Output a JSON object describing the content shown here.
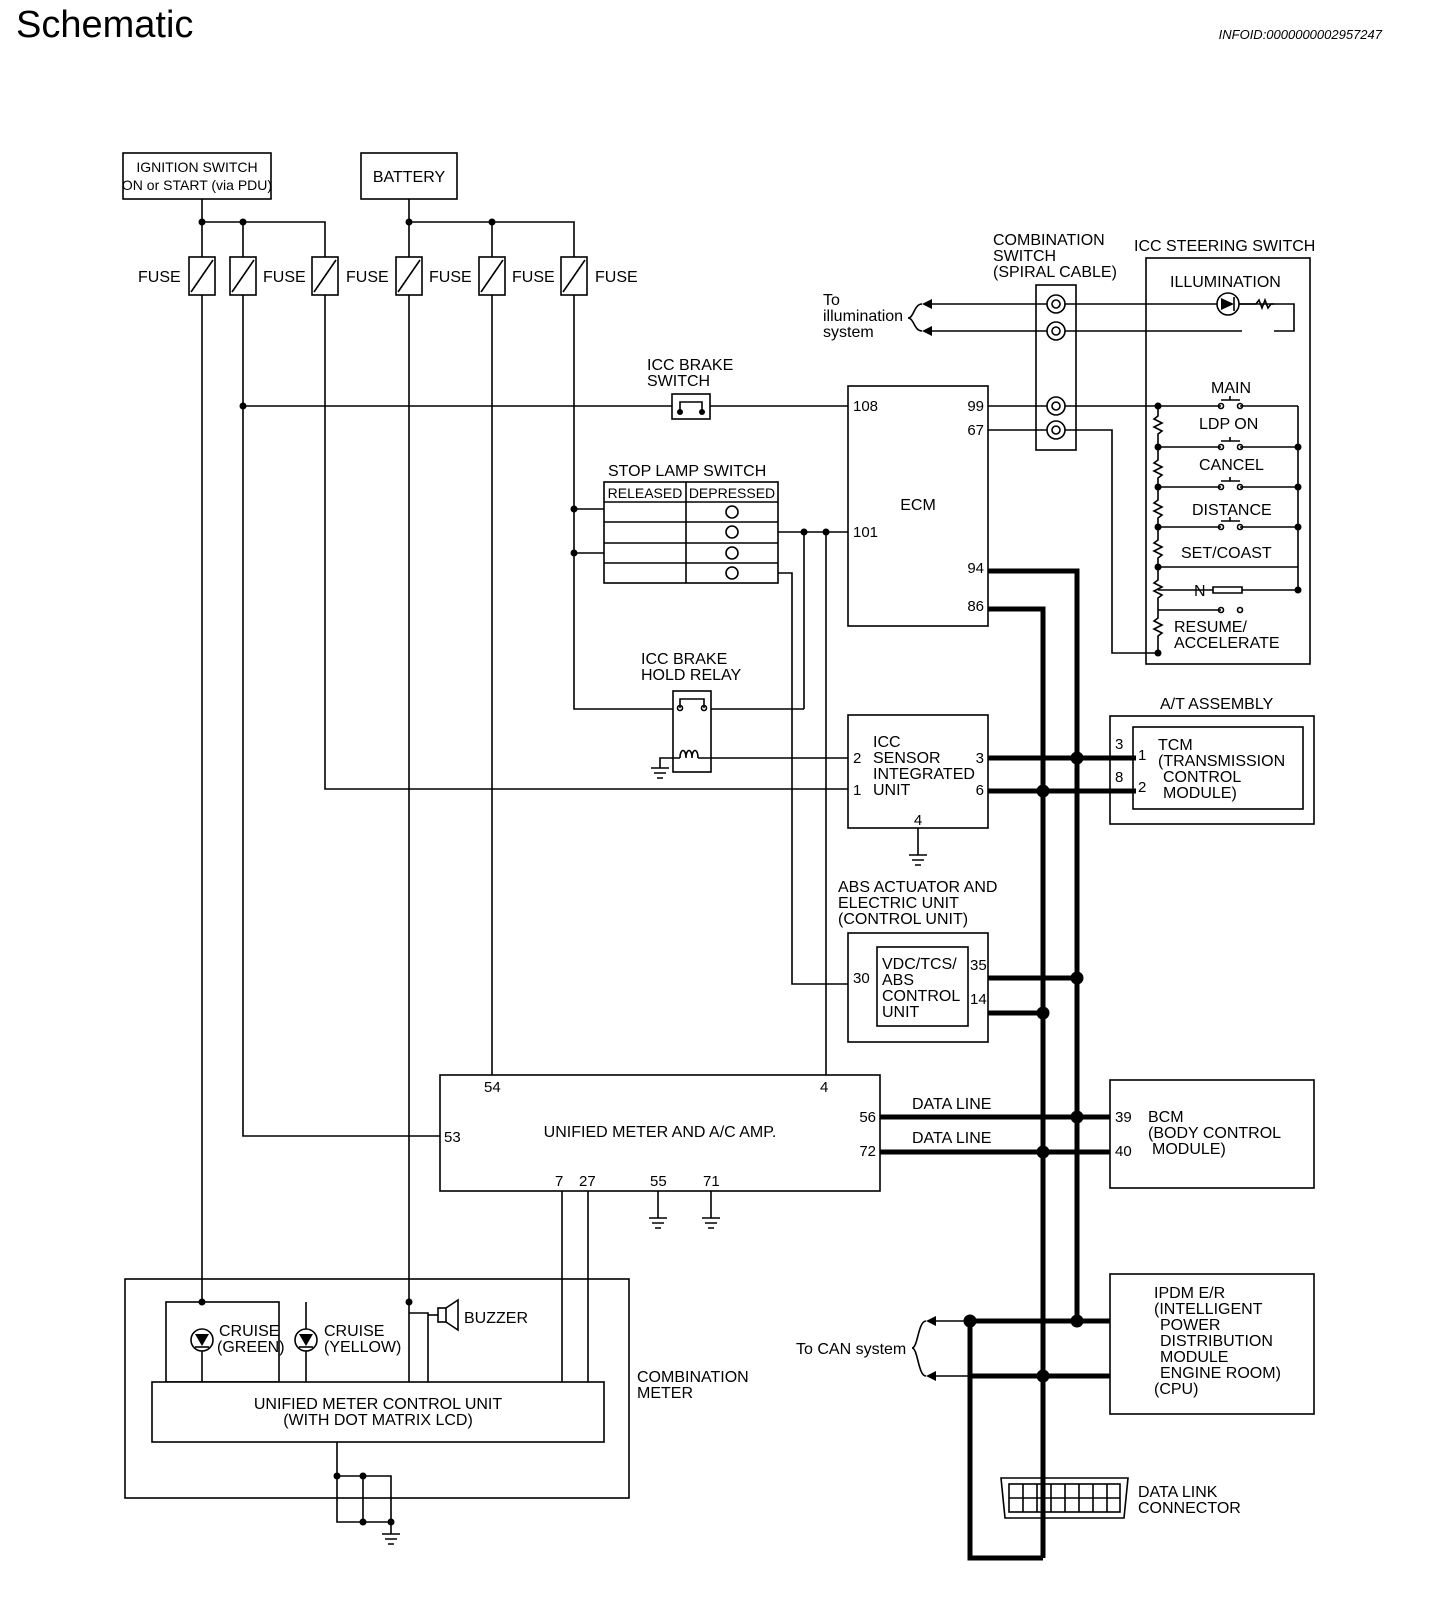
{
  "header": {
    "title": "Schematic",
    "info_id": "INFOID:0000000002957247"
  },
  "power": {
    "ignition_line1": "IGNITION SWITCH",
    "ignition_line2": "ON or START (via PDU)",
    "battery": "BATTERY",
    "fuse": "FUSE"
  },
  "combination_switch": {
    "line1": "COMBINATION",
    "line2": "SWITCH",
    "line3": "(SPIRAL CABLE)"
  },
  "illumination_ref": {
    "line1": "To",
    "line2": "illumination",
    "line3": "system"
  },
  "steering_switch": {
    "title": "ICC STEERING SWITCH",
    "illumination": "ILLUMINATION",
    "main": "MAIN",
    "ldp_on": "LDP ON",
    "cancel": "CANCEL",
    "distance": "DISTANCE",
    "set_coast": "SET/COAST",
    "n": "N",
    "resume1": "RESUME/",
    "resume2": "ACCELERATE"
  },
  "brake_switch": {
    "line1": "ICC BRAKE",
    "line2": "SWITCH"
  },
  "stop_lamp": {
    "title": "STOP LAMP SWITCH",
    "released": "RELEASED",
    "depressed": "DEPRESSED"
  },
  "ecm": {
    "name": "ECM",
    "pins": {
      "p108": "108",
      "p101": "101",
      "p99": "99",
      "p67": "67",
      "p94": "94",
      "p86": "86"
    }
  },
  "hold_relay": {
    "line1": "ICC BRAKE",
    "line2": "HOLD RELAY"
  },
  "sensor": {
    "line1": "ICC",
    "line2": "SENSOR",
    "line3": "INTEGRATED",
    "line4": "UNIT",
    "pins": {
      "p2": "2",
      "p1": "1",
      "p3": "3",
      "p6": "6",
      "p4": "4"
    }
  },
  "at_assembly": {
    "title": "A/T ASSEMBLY",
    "line1": "TCM",
    "line2": "(TRANSMISSION",
    "line3": "CONTROL",
    "line4": "MODULE)",
    "pins": {
      "p3": "3",
      "p8": "8",
      "p1": "1",
      "p2": "2"
    }
  },
  "abs": {
    "line1": "ABS ACTUATOR AND",
    "line2": "ELECTRIC UNIT",
    "line3": "(CONTROL UNIT)",
    "inner1": "VDC/TCS/",
    "inner2": "ABS",
    "inner3": "CONTROL",
    "inner4": "UNIT",
    "pins": {
      "p30": "30",
      "p35": "35",
      "p14": "14"
    }
  },
  "meter_amp": {
    "name": "UNIFIED METER AND A/C AMP.",
    "data_line": "DATA LINE",
    "pins": {
      "p54": "54",
      "p4": "4",
      "p53": "53",
      "p56": "56",
      "p72": "72",
      "p7": "7",
      "p27": "27",
      "p55": "55",
      "p71": "71"
    }
  },
  "bcm": {
    "line1": "BCM",
    "line2": "(BODY CONTROL",
    "line3": "MODULE)",
    "pins": {
      "p39": "39",
      "p40": "40"
    }
  },
  "ipdm": {
    "line1": "IPDM E/R",
    "line2": "(INTELLIGENT",
    "line3": "POWER",
    "line4": "DISTRIBUTION",
    "line5": "MODULE",
    "line6": "ENGINE ROOM)",
    "line7": "(CPU)"
  },
  "can_ref": "To CAN system",
  "dlc": {
    "line1": "DATA LINK",
    "line2": "CONNECTOR"
  },
  "combination_meter": {
    "title1": "COMBINATION",
    "title2": "METER",
    "buzzer": "BUZZER",
    "cruise_green1": "CRUISE",
    "cruise_green2": "(GREEN)",
    "cruise_yellow1": "CRUISE",
    "cruise_yellow2": "(YELLOW)",
    "unit1": "UNIFIED METER CONTROL UNIT",
    "unit2": "(WITH DOT MATRIX LCD)"
  }
}
